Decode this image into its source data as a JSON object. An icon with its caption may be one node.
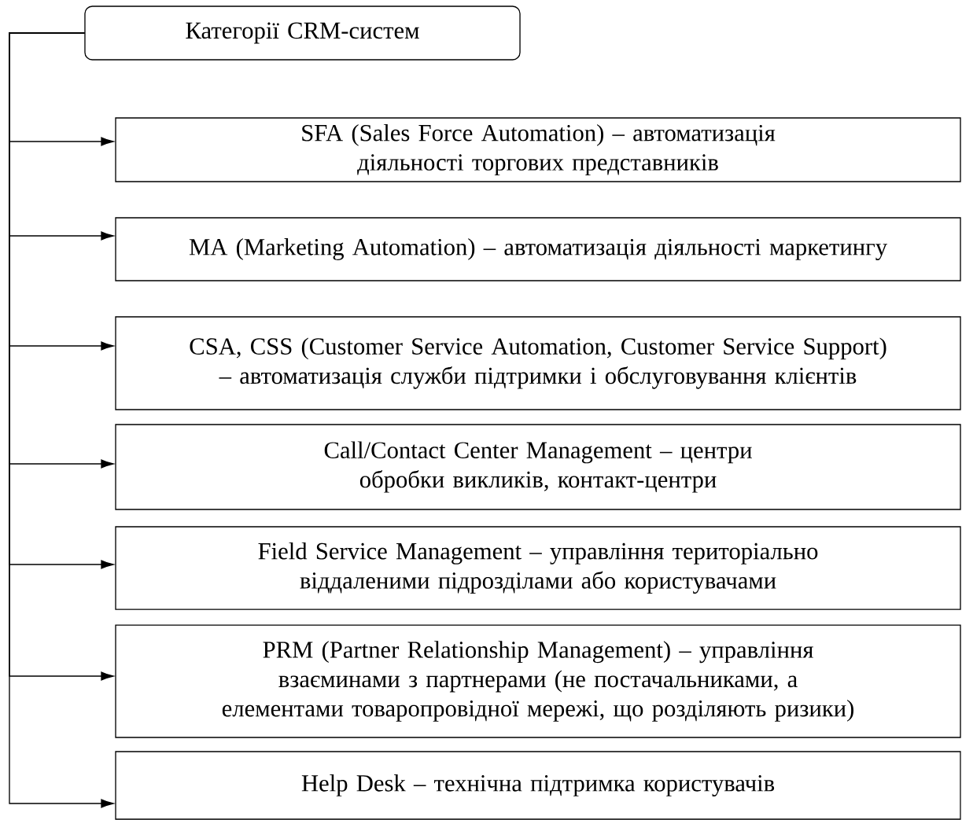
{
  "diagram": {
    "nodes": [
      {
        "text": [
          "Категорії CRM-систем"
        ]
      },
      {
        "text": [
          "SFA (Sales Force Automation) – автоматизація діяльності торгових представників"
        ]
      },
      {
        "text": [
          "MA (Marketing Automation) – автоматизація діяльності маркетингу"
        ]
      },
      {
        "text": [
          "CSA, CSS (Customer Service Automation, Customer Service Support) – автоматизація служби підтримки і обслуговування клієнтів"
        ]
      },
      {
        "text": [
          "Call/Contact Center Management – центри обробки викликів, контакт-центри"
        ]
      },
      {
        "text": [
          "Field Service Management – управління територіально віддаленими підрозділами або користувачами"
        ]
      },
      {
        "text": [
          "PRM (Partner Relationship Management) – управління взаєминами з партнерами (не постачальниками, а елементами товаропровідної мережі, що розділяють ризики)"
        ]
      },
      {
        "text": [
          "Help Desk – технічна підтримка користувачів"
        ]
      }
    ],
    "edges": [
      {
        "from": 0,
        "to": 1,
        "arrow": "to"
      },
      {
        "from": 0,
        "to": 2,
        "arrow": "to"
      },
      {
        "from": 0,
        "to": 3,
        "arrow": "to"
      },
      {
        "from": 0,
        "to": 4,
        "arrow": "to"
      },
      {
        "from": 0,
        "to": 5,
        "arrow": "to"
      },
      {
        "from": 0,
        "to": 6,
        "arrow": "to"
      },
      {
        "from": 0,
        "to": 7,
        "arrow": "to"
      }
    ]
  }
}
